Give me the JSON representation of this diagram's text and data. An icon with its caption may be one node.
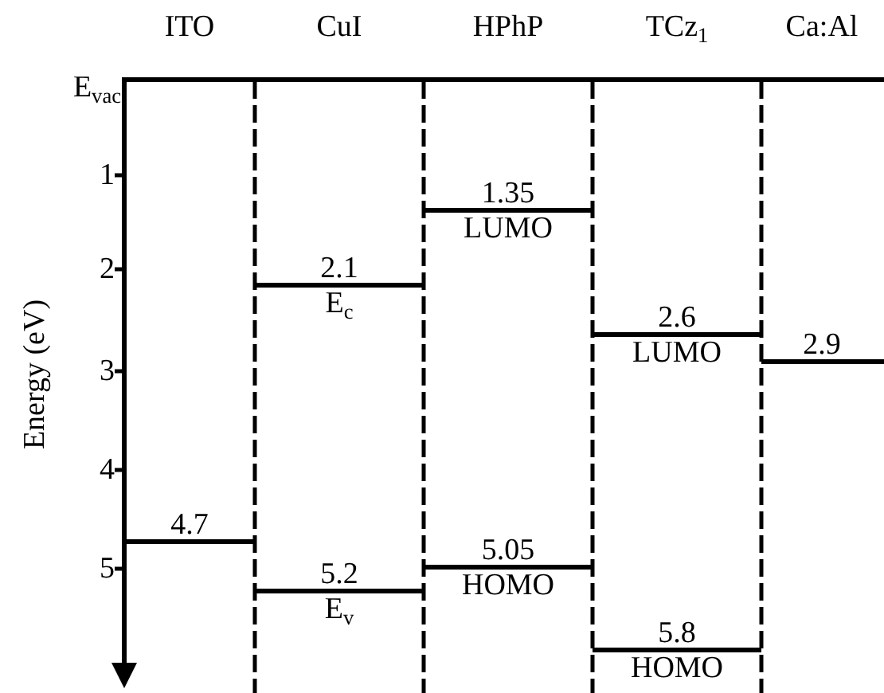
{
  "diagram": {
    "labels": [
      "ITO",
      "CuI",
      "HPhP",
      "TCz$_{1}$",
      "Ca:Al",
      "E$_{vac}$",
      "1",
      "1.35",
      "LUMO",
      "2",
      "2.1",
      "E$_{c}$",
      "2.6",
      "LUMO",
      "3",
      "2.9",
      "Energy (eV)",
      "4",
      "4.7",
      "5",
      "5.05",
      "5.2",
      "HOMO",
      "E$_{v}$",
      "5.8",
      "HOMO"
    ]
  }
}
